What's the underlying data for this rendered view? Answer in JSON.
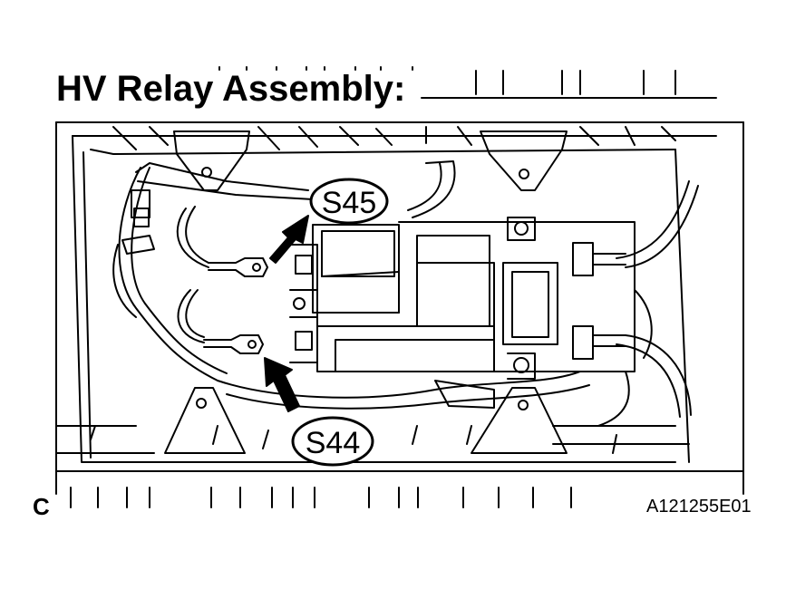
{
  "diagram": {
    "title": "HV Relay Assembly:",
    "figure_letter": "C",
    "figure_code": "A121255E01",
    "callouts": [
      {
        "id": "s45",
        "label": "S45"
      },
      {
        "id": "s44",
        "label": "S44"
      }
    ]
  },
  "colors": {
    "ink": "#000000",
    "paper": "#ffffff"
  }
}
